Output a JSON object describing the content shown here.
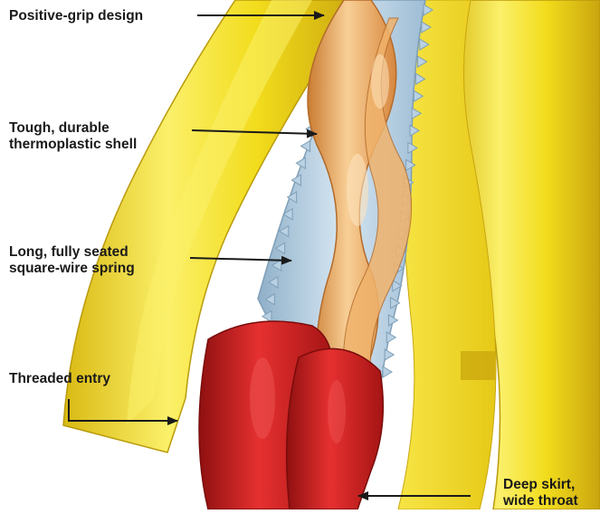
{
  "diagram": {
    "callouts": {
      "positive_grip": {
        "line1": "Positive-grip design"
      },
      "thermoplastic_shell": {
        "line1": "Tough, durable",
        "line2": "thermoplastic shell"
      },
      "square_wire_spring": {
        "line1": "Long, fully seated",
        "line2": "square-wire spring"
      },
      "threaded_entry": {
        "line1": "Threaded entry"
      },
      "deep_skirt": {
        "line1": "Deep skirt,",
        "line2": "wide throat"
      }
    },
    "colors": {
      "shell_yellow": "#f2dc1c",
      "shell_yellow_light": "#fbf06a",
      "shell_yellow_dark": "#c9a50e",
      "spring_blue": "#a9c6dc",
      "wire_orange": "#e9a45a",
      "wire_orange_light": "#f8cf96",
      "insulation_red": "#d31e1e",
      "insulation_red_dark": "#8f1010",
      "text_arrows": "#1a1a1a"
    }
  }
}
